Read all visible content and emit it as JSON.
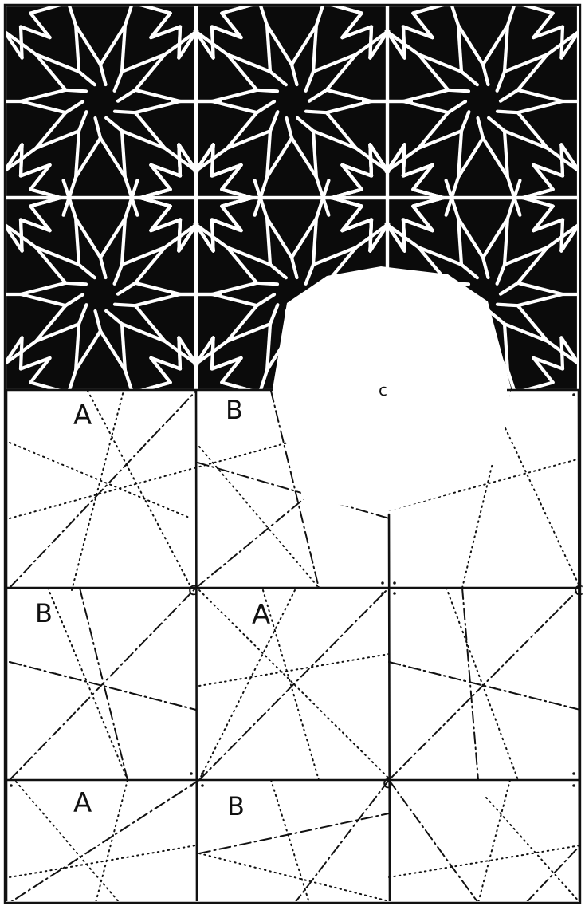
{
  "labels": {
    "cells": [
      {
        "id": "r0c0",
        "text": "A"
      },
      {
        "id": "r0c1",
        "text": "B"
      },
      {
        "id": "r1c0",
        "text": "B"
      },
      {
        "id": "r1c1",
        "text": "A"
      },
      {
        "id": "r2c0",
        "text": "A"
      },
      {
        "id": "r2c1",
        "text": "B"
      }
    ],
    "center": "c",
    "vertex_mid": "c",
    "vertex_lower": "c",
    "vertex_right": "c"
  },
  "colors": {
    "ink": "#111111",
    "paper": "#ffffff",
    "pattern_background": "#0b0b0b",
    "pattern_lines": "#ffffff"
  },
  "figure": {
    "upper_panel": "interlaced geometric star pattern (white lines on black) in a 3 x 2 grid of square repeats",
    "lower_panel": "construction diagram: square grid with dotted and dash-dot guide lines, cells labelled A and B, vertices labelled c, a white nonagon cut-out at top"
  }
}
